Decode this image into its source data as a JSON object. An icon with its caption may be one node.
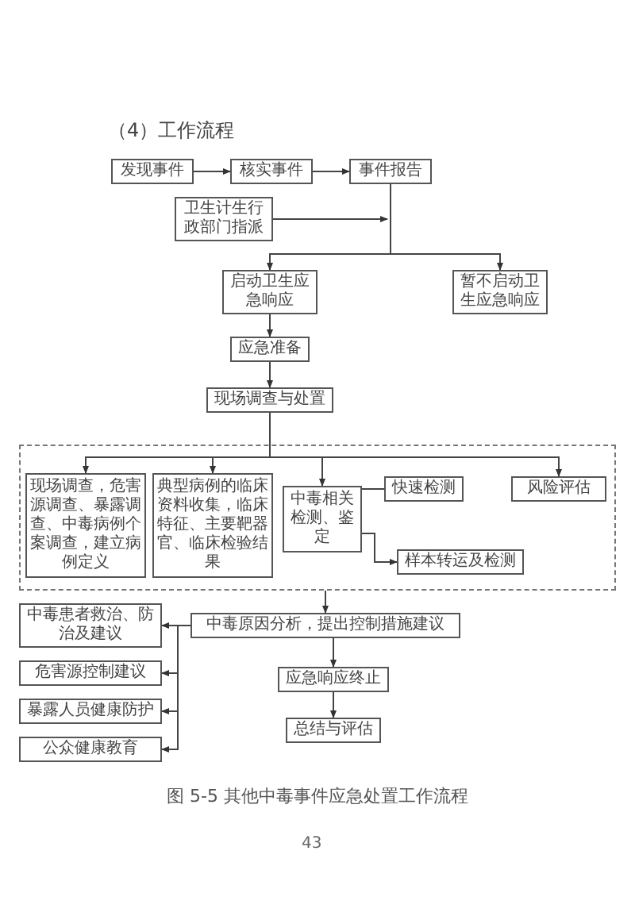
{
  "diagram": {
    "title": "（4）工作流程",
    "caption": "图 5-5 其他中毒事件应急处置工作流程",
    "nodes": [
      {
        "text": [
          "发现事件"
        ]
      },
      {
        "text": [
          "核实事件"
        ]
      },
      {
        "text": [
          "事件报告"
        ]
      },
      {
        "text": [
          "卫生计生行政部门指派"
        ]
      },
      {
        "text": [
          "启动卫生应急响应"
        ]
      },
      {
        "text": [
          "暂不启动卫生应急响应"
        ]
      },
      {
        "text": [
          "应急准备"
        ]
      },
      {
        "text": [
          "现场调查与处置"
        ]
      },
      {
        "text": [],
        "shape": "box"
      },
      {
        "text": [
          "现场调查，危害源调查、暴露调查、中毒病例个案调查，建立病例定义"
        ],
        "in": 8
      },
      {
        "text": [
          "典型病例的临床资料收集，临床特征、主要靶器官、临床检验结果"
        ],
        "in": 8
      },
      {
        "text": [
          "中毒相关检测、鉴定"
        ],
        "in": 8
      },
      {
        "text": [
          "快速检测"
        ],
        "in": 8
      },
      {
        "text": [
          "风险评估"
        ],
        "in": 8
      },
      {
        "text": [
          "样本转运及检测"
        ],
        "in": 8
      },
      {
        "text": [
          "中毒原因分析，提出控制措施建议"
        ]
      },
      {
        "text": [
          "中毒患者救治、防治及建议"
        ]
      },
      {
        "text": [
          "危害源控制建议"
        ]
      },
      {
        "text": [
          "暴露人员健康防护"
        ]
      },
      {
        "text": [
          "公众健康教育"
        ]
      },
      {
        "text": [
          "应急响应终止"
        ]
      },
      {
        "text": [
          "总结与评估"
        ]
      }
    ],
    "edges": [
      {
        "from": 0,
        "to": 1,
        "arrow": "to"
      },
      {
        "from": 1,
        "to": 2,
        "arrow": "to"
      },
      {
        "from": 3,
        "to": 2,
        "arrow": "to"
      },
      {
        "from": 2,
        "to": 4,
        "arrow": "to"
      },
      {
        "from": 2,
        "to": 5,
        "arrow": "to"
      },
      {
        "from": 4,
        "to": 6,
        "arrow": "to"
      },
      {
        "from": 6,
        "to": 7,
        "arrow": "to"
      },
      {
        "from": 7,
        "to": 9,
        "arrow": "to"
      },
      {
        "from": 7,
        "to": 10,
        "arrow": "to"
      },
      {
        "from": 7,
        "to": 11,
        "arrow": "to"
      },
      {
        "from": 7,
        "to": 13,
        "arrow": "to"
      },
      {
        "from": 11,
        "to": 12,
        "arrow": "none"
      },
      {
        "from": 11,
        "to": 14,
        "arrow": "to"
      },
      {
        "from": 8,
        "to": 15,
        "arrow": "to"
      },
      {
        "from": 15,
        "to": 16,
        "arrow": "to"
      },
      {
        "from": 15,
        "to": 17,
        "arrow": "to"
      },
      {
        "from": 15,
        "to": 18,
        "arrow": "to"
      },
      {
        "from": 15,
        "to": 19,
        "arrow": "to"
      },
      {
        "from": 15,
        "to": 20,
        "arrow": "to"
      },
      {
        "from": 20,
        "to": 21,
        "arrow": "to"
      }
    ],
    "labels": [
      "43"
    ]
  }
}
